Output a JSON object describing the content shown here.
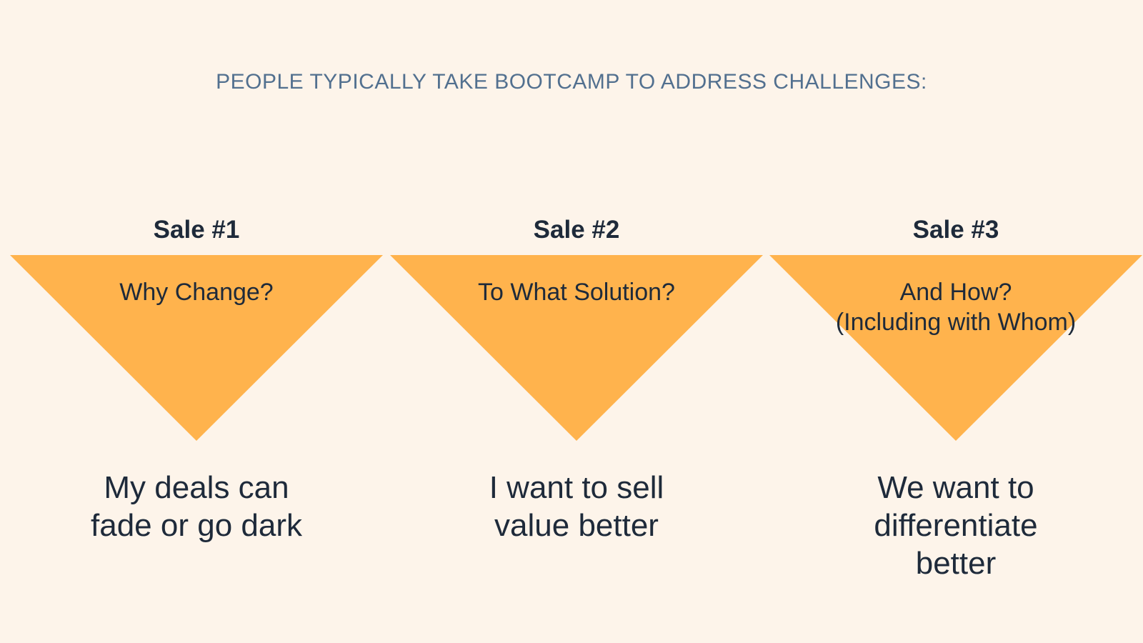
{
  "heading": "PEOPLE TYPICALLY TAKE BOOTCAMP TO ADDRESS CHALLENGES:",
  "colors": {
    "background": "#fdf4ea",
    "triangle": "#ffb34d",
    "heading": "#52708f",
    "text": "#1e2a3a"
  },
  "sales": [
    {
      "title": "Sale #1",
      "question_lines": [
        "Why Change?"
      ],
      "challenge_lines": [
        "My deals can",
        "fade or go dark"
      ]
    },
    {
      "title": "Sale #2",
      "question_lines": [
        "To What Solution?"
      ],
      "challenge_lines": [
        "I want to sell",
        "value better"
      ]
    },
    {
      "title": "Sale #3",
      "question_lines": [
        "And How?",
        "(Including with Whom)"
      ],
      "challenge_lines": [
        "We want to",
        "differentiate",
        "better"
      ]
    }
  ]
}
